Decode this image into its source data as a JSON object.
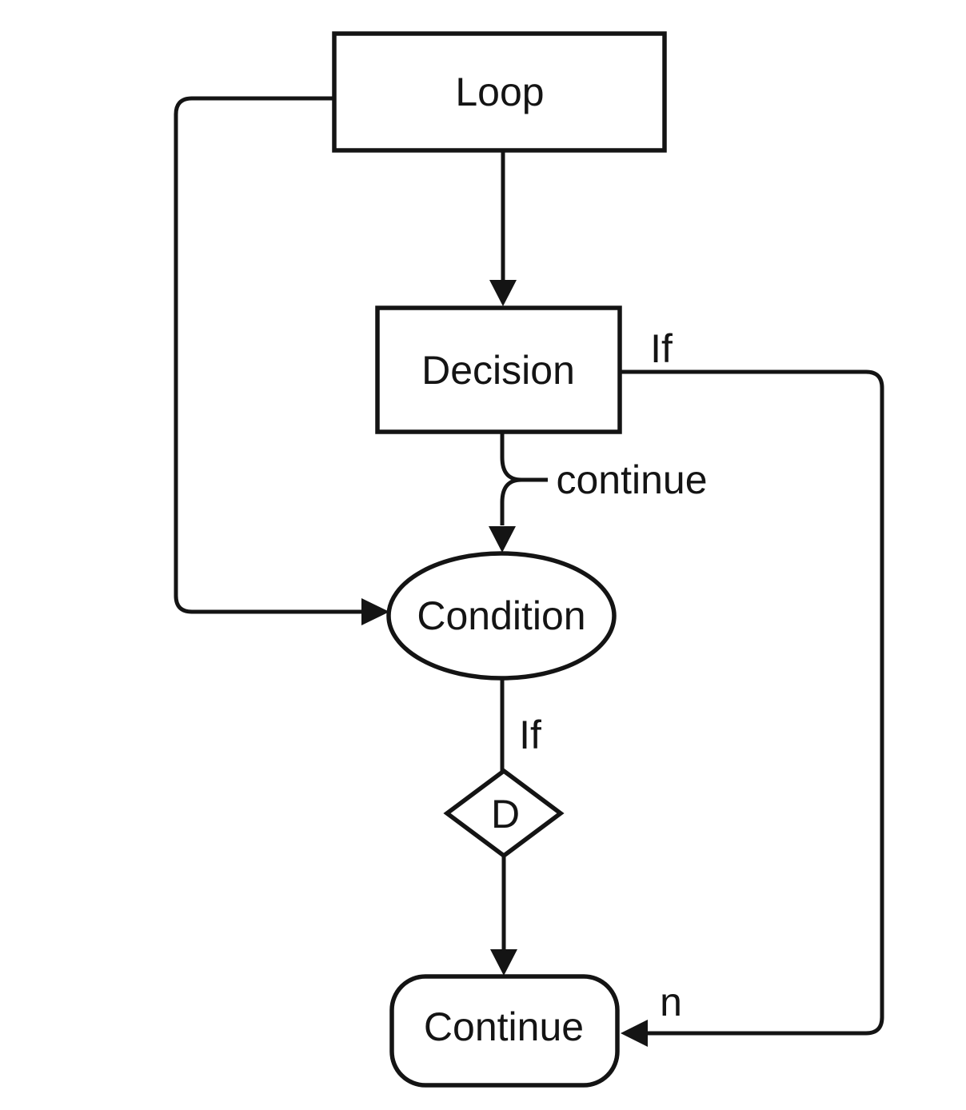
{
  "diagram": {
    "type": "flowchart",
    "colors": {
      "background": "#ffffff",
      "line": "#141414",
      "text": "#141414",
      "node_fill": "#ffffff"
    },
    "nodes": [
      {
        "id": "loop",
        "shape": "rectangle",
        "label": "Loop"
      },
      {
        "id": "decision",
        "shape": "rectangle",
        "label": "Decision"
      },
      {
        "id": "condition",
        "shape": "ellipse",
        "label": "Condition"
      },
      {
        "id": "d",
        "shape": "diamond",
        "label": "D"
      },
      {
        "id": "continue",
        "shape": "rounded-rectangle",
        "label": "Continue"
      }
    ],
    "edges": [
      {
        "from": "loop",
        "to": "decision",
        "label": ""
      },
      {
        "from": "loop",
        "to": "condition",
        "label": ""
      },
      {
        "from": "decision",
        "to": "continue",
        "label": "If",
        "end_label": "n"
      },
      {
        "from": "decision",
        "to": "condition",
        "label": "continue"
      },
      {
        "from": "condition",
        "to": "d",
        "label": "If"
      },
      {
        "from": "d",
        "to": "continue",
        "label": ""
      }
    ]
  }
}
